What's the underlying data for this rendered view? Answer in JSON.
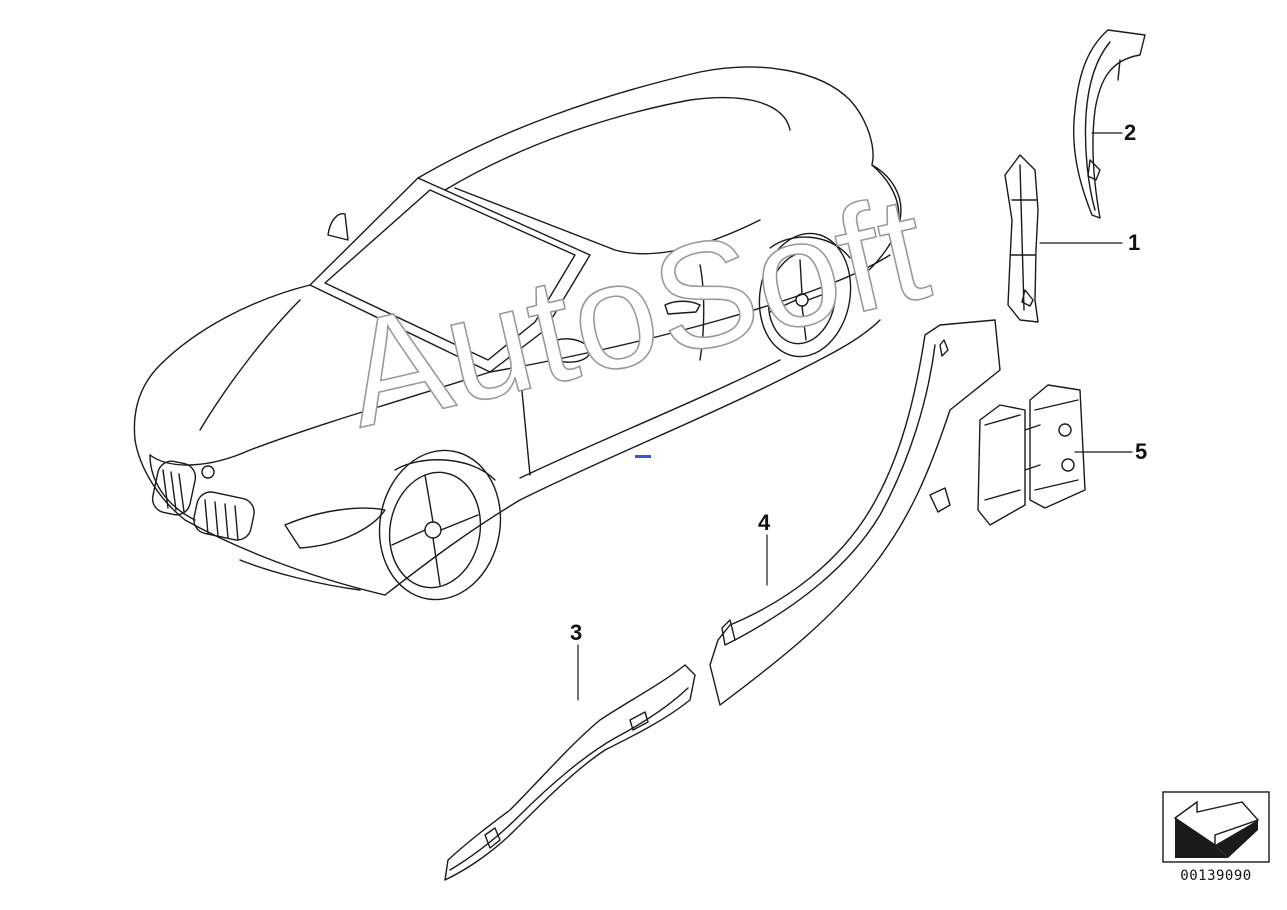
{
  "diagram": {
    "callouts": [
      {
        "label": "1",
        "part": "bracket-upper-b-pillar"
      },
      {
        "label": "2",
        "part": "trim-channel-upper"
      },
      {
        "label": "3",
        "part": "cable-duct-rear"
      },
      {
        "label": "4",
        "part": "cable-duct-sill"
      },
      {
        "label": "5",
        "part": "cable-holder-block"
      }
    ],
    "code": "00139090",
    "watermark": "AutoSoft",
    "icons": [
      "car-convertible-outline-icon",
      "direction-arrow-icon"
    ],
    "colors": {
      "line": "#1a1a1a",
      "watermark_stroke": "#9a9a9a",
      "marker": "#3355ee"
    }
  }
}
